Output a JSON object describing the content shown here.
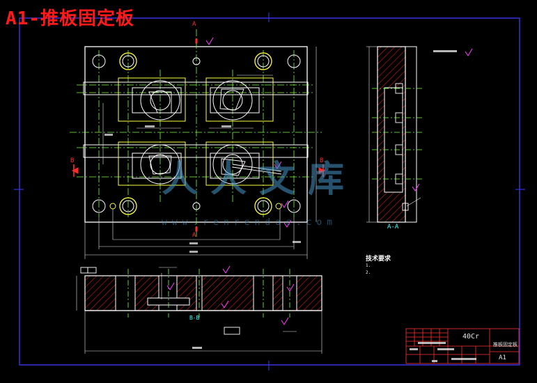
{
  "title": "A1-推板固定板",
  "watermark": {
    "text": "人人文库",
    "url": "www.renrendoc.com"
  },
  "section_labels": {
    "aa": "A-A",
    "bb": "B-B",
    "a_top": "A",
    "a_bottom": "A",
    "b_left": "B",
    "b_right": "B"
  },
  "tech_requirements": {
    "heading": "技术要求",
    "items": [
      "1.",
      "2."
    ]
  },
  "title_block": {
    "material": "40Cr",
    "drawing_code": "A1",
    "part_name": "推板固定板"
  },
  "colors": {
    "background": "#000000",
    "frame": "#3b3bff",
    "outline": "#ffffff",
    "centerline": "#7dff3a",
    "hole_yellow": "#ffff40",
    "hatch": "#d02020",
    "dimension": "#e6e6e6",
    "title": "#ff1a1a",
    "section_mark": "#ff2b2b",
    "magenta": "#ff40ff",
    "cyan": "#40ffff"
  }
}
